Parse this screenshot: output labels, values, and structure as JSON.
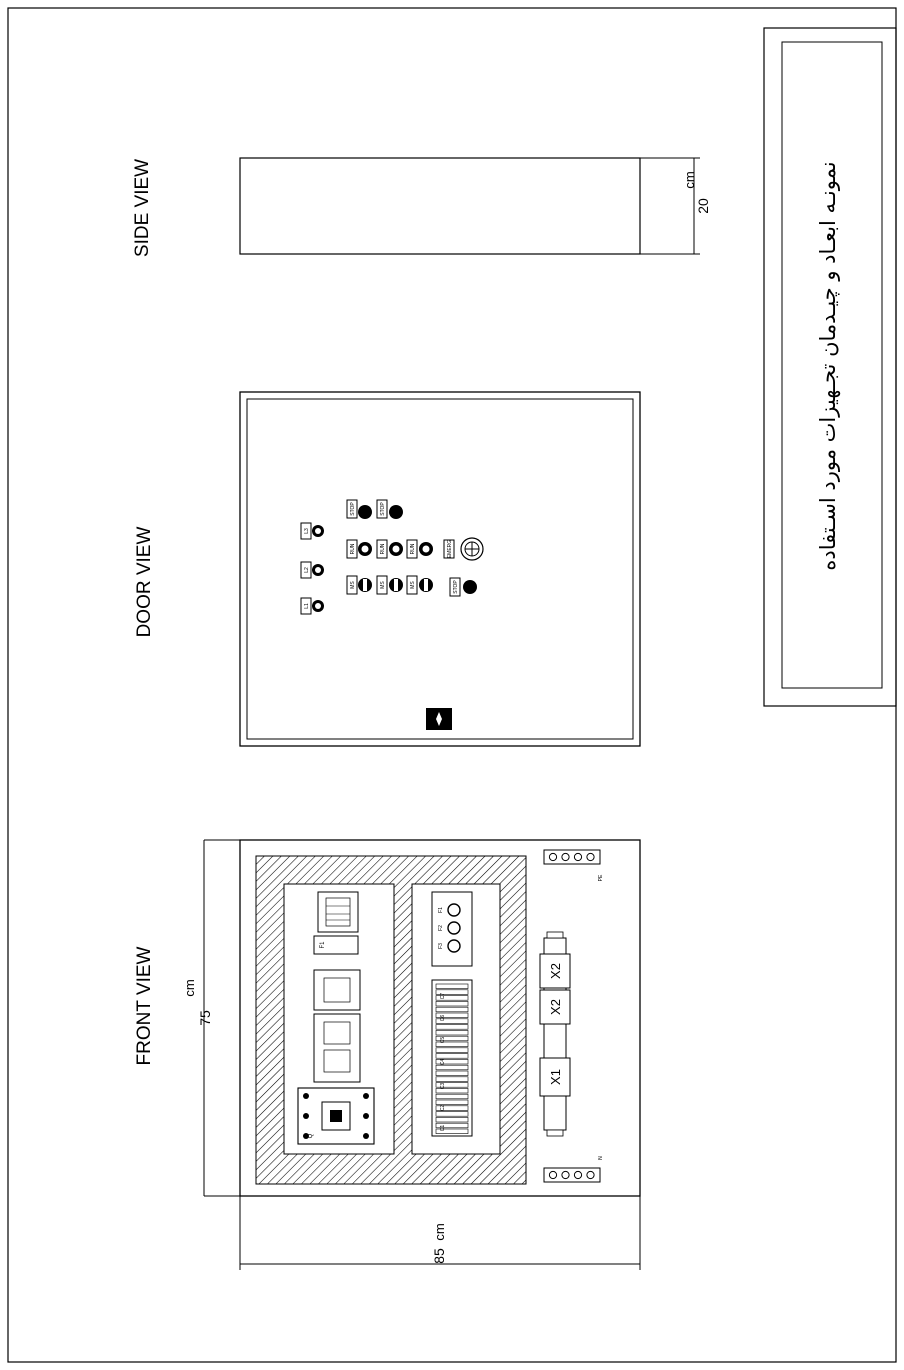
{
  "views": {
    "side": "SIDE VIEW",
    "door": "DOOR VIEW",
    "front": "FRONT VIEW"
  },
  "title_block": {
    "title": "نمونـه ابعـاد و چیـدمان تجـهیزات مورد اسـتفاده"
  },
  "dimensions": {
    "side_depth": "20",
    "side_depth_unit": "cm",
    "front_width": "75",
    "front_width_unit": "cm",
    "front_height": "85",
    "front_height_unit": "cm"
  },
  "door_labels": {
    "lamp_1": "L3",
    "lamp_2": "L2",
    "lamp_3": "L1",
    "stop_1": "STOP",
    "stop_2": "STOP",
    "run_1": "RUN",
    "run_2": "RUN",
    "run_3": "RUN",
    "sel_1": "MS",
    "sel_2": "MS",
    "sel_3": "MS",
    "emergency": "EMERG",
    "stop_3": "STOP"
  },
  "front_labels": {
    "breaker": "Q",
    "relay": "F1",
    "bus_1": "X1",
    "bus_2": "X2",
    "bus_3": "X2",
    "pe_label": "PE",
    "n_label": "N",
    "contactors": [
      "C1",
      "C2",
      "C3",
      "C4",
      "C5",
      "C6",
      "C7"
    ],
    "fuses": [
      "F1",
      "F2",
      "F3"
    ]
  }
}
